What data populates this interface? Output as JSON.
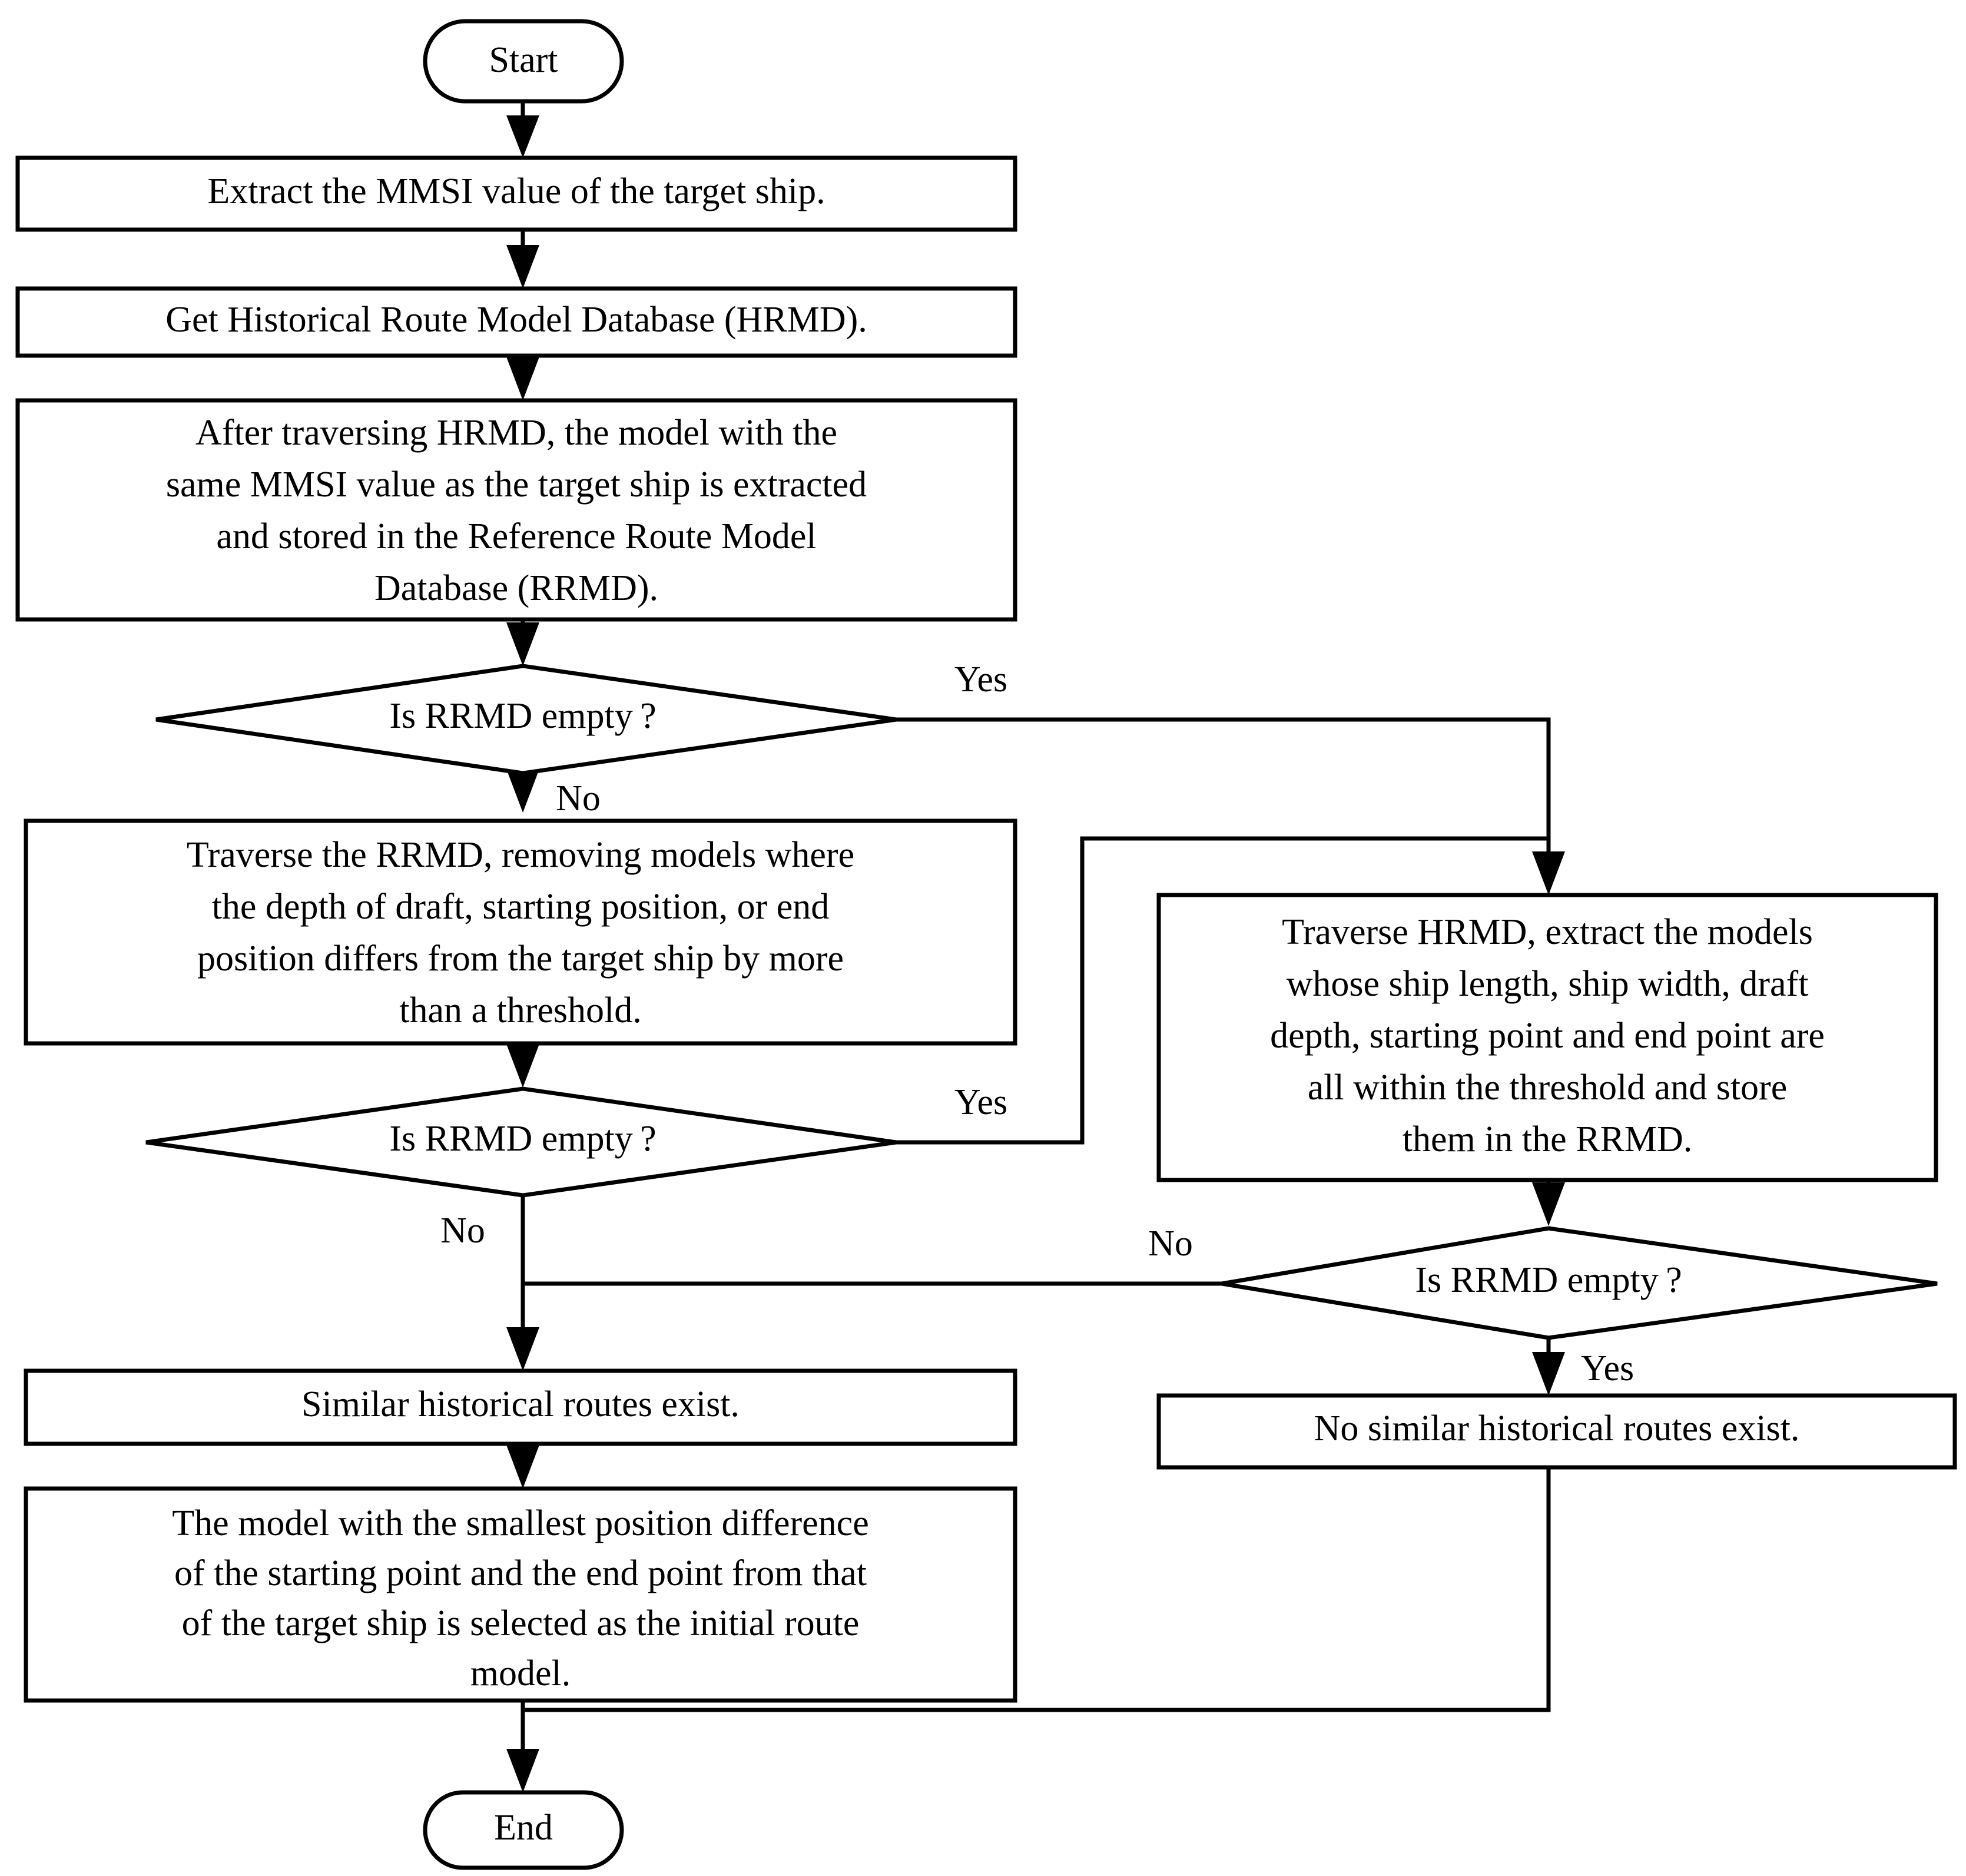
{
  "diagram": {
    "title": "Historical route model matching flowchart",
    "colors": {
      "stroke": "#000000",
      "fill": "#ffffff",
      "text": "#000000"
    },
    "nodes": {
      "start": {
        "label": "Start",
        "shape": "terminator"
      },
      "extract_mmsi": {
        "label": "Extract the MMSI value of the target ship.",
        "shape": "process"
      },
      "get_hrmd": {
        "label": "Get Historical Route Model Database (HRMD).",
        "shape": "process"
      },
      "traverse_hrmd_mmsi": {
        "shape": "process",
        "lines": [
          "After traversing HRMD, the model with the",
          "same MMSI value as the target ship is extracted",
          "and stored in the Reference Route Model",
          "Database (RRMD)."
        ]
      },
      "decision_1": {
        "label": "Is RRMD empty ?",
        "shape": "decision"
      },
      "filter_rrmd": {
        "shape": "process",
        "lines": [
          "Traverse the RRMD, removing models where",
          "the depth of draft, starting position, or end",
          "position differs from the target ship by more",
          "than a threshold."
        ]
      },
      "decision_2": {
        "label": "Is RRMD empty ?",
        "shape": "decision"
      },
      "traverse_hrmd_dims": {
        "shape": "process",
        "lines": [
          "Traverse HRMD, extract the models",
          "whose ship length, ship width, draft",
          "depth, starting point and end point are",
          "all within the threshold and store",
          "them in the RRMD."
        ]
      },
      "decision_3": {
        "label": "Is RRMD empty ?",
        "shape": "decision"
      },
      "similar_exist": {
        "label": "Similar historical routes exist.",
        "shape": "process"
      },
      "no_similar_exist": {
        "label": "No similar historical routes exist.",
        "shape": "process"
      },
      "select_model": {
        "shape": "process",
        "lines": [
          "The model with the smallest position difference",
          "of the starting point and the end point from that",
          "of the target ship is selected as the initial route",
          "model."
        ]
      },
      "end": {
        "label": "End",
        "shape": "terminator"
      }
    },
    "edge_labels": {
      "d1_yes": "Yes",
      "d1_no": "No",
      "d2_yes": "Yes",
      "d2_no": "No",
      "d3_yes": "Yes",
      "d3_no": "No"
    }
  }
}
